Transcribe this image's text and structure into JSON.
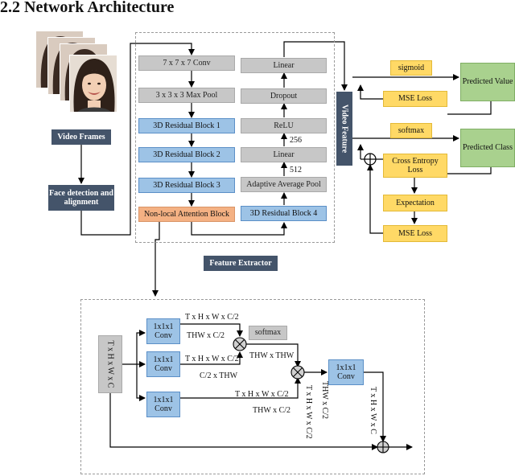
{
  "heading": "2.2 Network Architecture",
  "input": {
    "frames_label": "Video Frames",
    "face_label": "Face detection and alignment"
  },
  "backbone": {
    "conv": "7 x 7 x 7 Conv",
    "pool": "3 x 3 x 3 Max Pool",
    "res1": "3D Residual Block 1",
    "res2": "3D Residual Block 2",
    "res3": "3D Residual Block 3",
    "attention": "Non-local Attention Block",
    "linear_top": "Linear",
    "dropout": "Dropout",
    "relu": "ReLU",
    "dim_256": "256",
    "linear_mid": "Linear",
    "dim_512": "512",
    "adaptive_pool": "Adaptive Average Pool",
    "res4": "3D Residual Block 4",
    "extractor_label": "Feature Extractor"
  },
  "video_feature": "Video Feature",
  "head": {
    "sigmoid": "sigmoid",
    "mse_top": "MSE Loss",
    "predicted_value": "Predicted Value",
    "softmax": "softmax",
    "cross_entropy": "Cross Entropy Loss",
    "expectation": "Expectation",
    "mse_bottom": "MSE Loss",
    "predicted_class": "Predicted Class"
  },
  "nonlocal": {
    "input_dims": "T x H x W x C",
    "conv_label": "1x1x1 Conv",
    "out_conv_label": "1x1x1 Conv",
    "branch1_dims": "T x H x W x C/2",
    "branch1_reshape": "THW x C/2",
    "branch2_dims": "T x H x W x C/2",
    "branch2_reshape": "C/2 x THW",
    "branch3_dims": "T x H x W x C/2",
    "branch3_reshape": "THW x C/2",
    "softmax": "softmax",
    "affinity_dims": "THW x THW",
    "mult_out_reshape": "THW x C/2",
    "mult_out_dims": "T x H x W x C/2",
    "output_dims": "T x H x W x C"
  }
}
